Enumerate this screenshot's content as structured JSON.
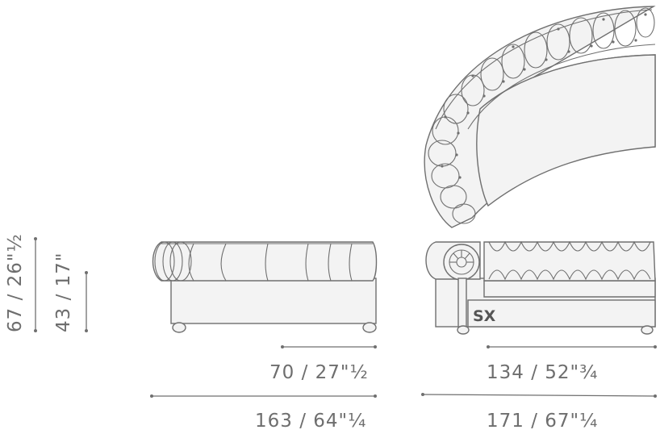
{
  "dimensions": {
    "total_height": "67 / 26\"½",
    "seat_height": "43 / 17\"",
    "side_seat_depth": "70 / 27\"½",
    "side_total_depth": "163 / 64\"¼",
    "front_seat_width": "134 / 52\"¾",
    "front_total_width": "171 / 67\"¼"
  },
  "module_label": "SX",
  "colors": {
    "line": "#6f6f6f",
    "fill": "#f4f4f4",
    "text": "#6e6e6e"
  }
}
